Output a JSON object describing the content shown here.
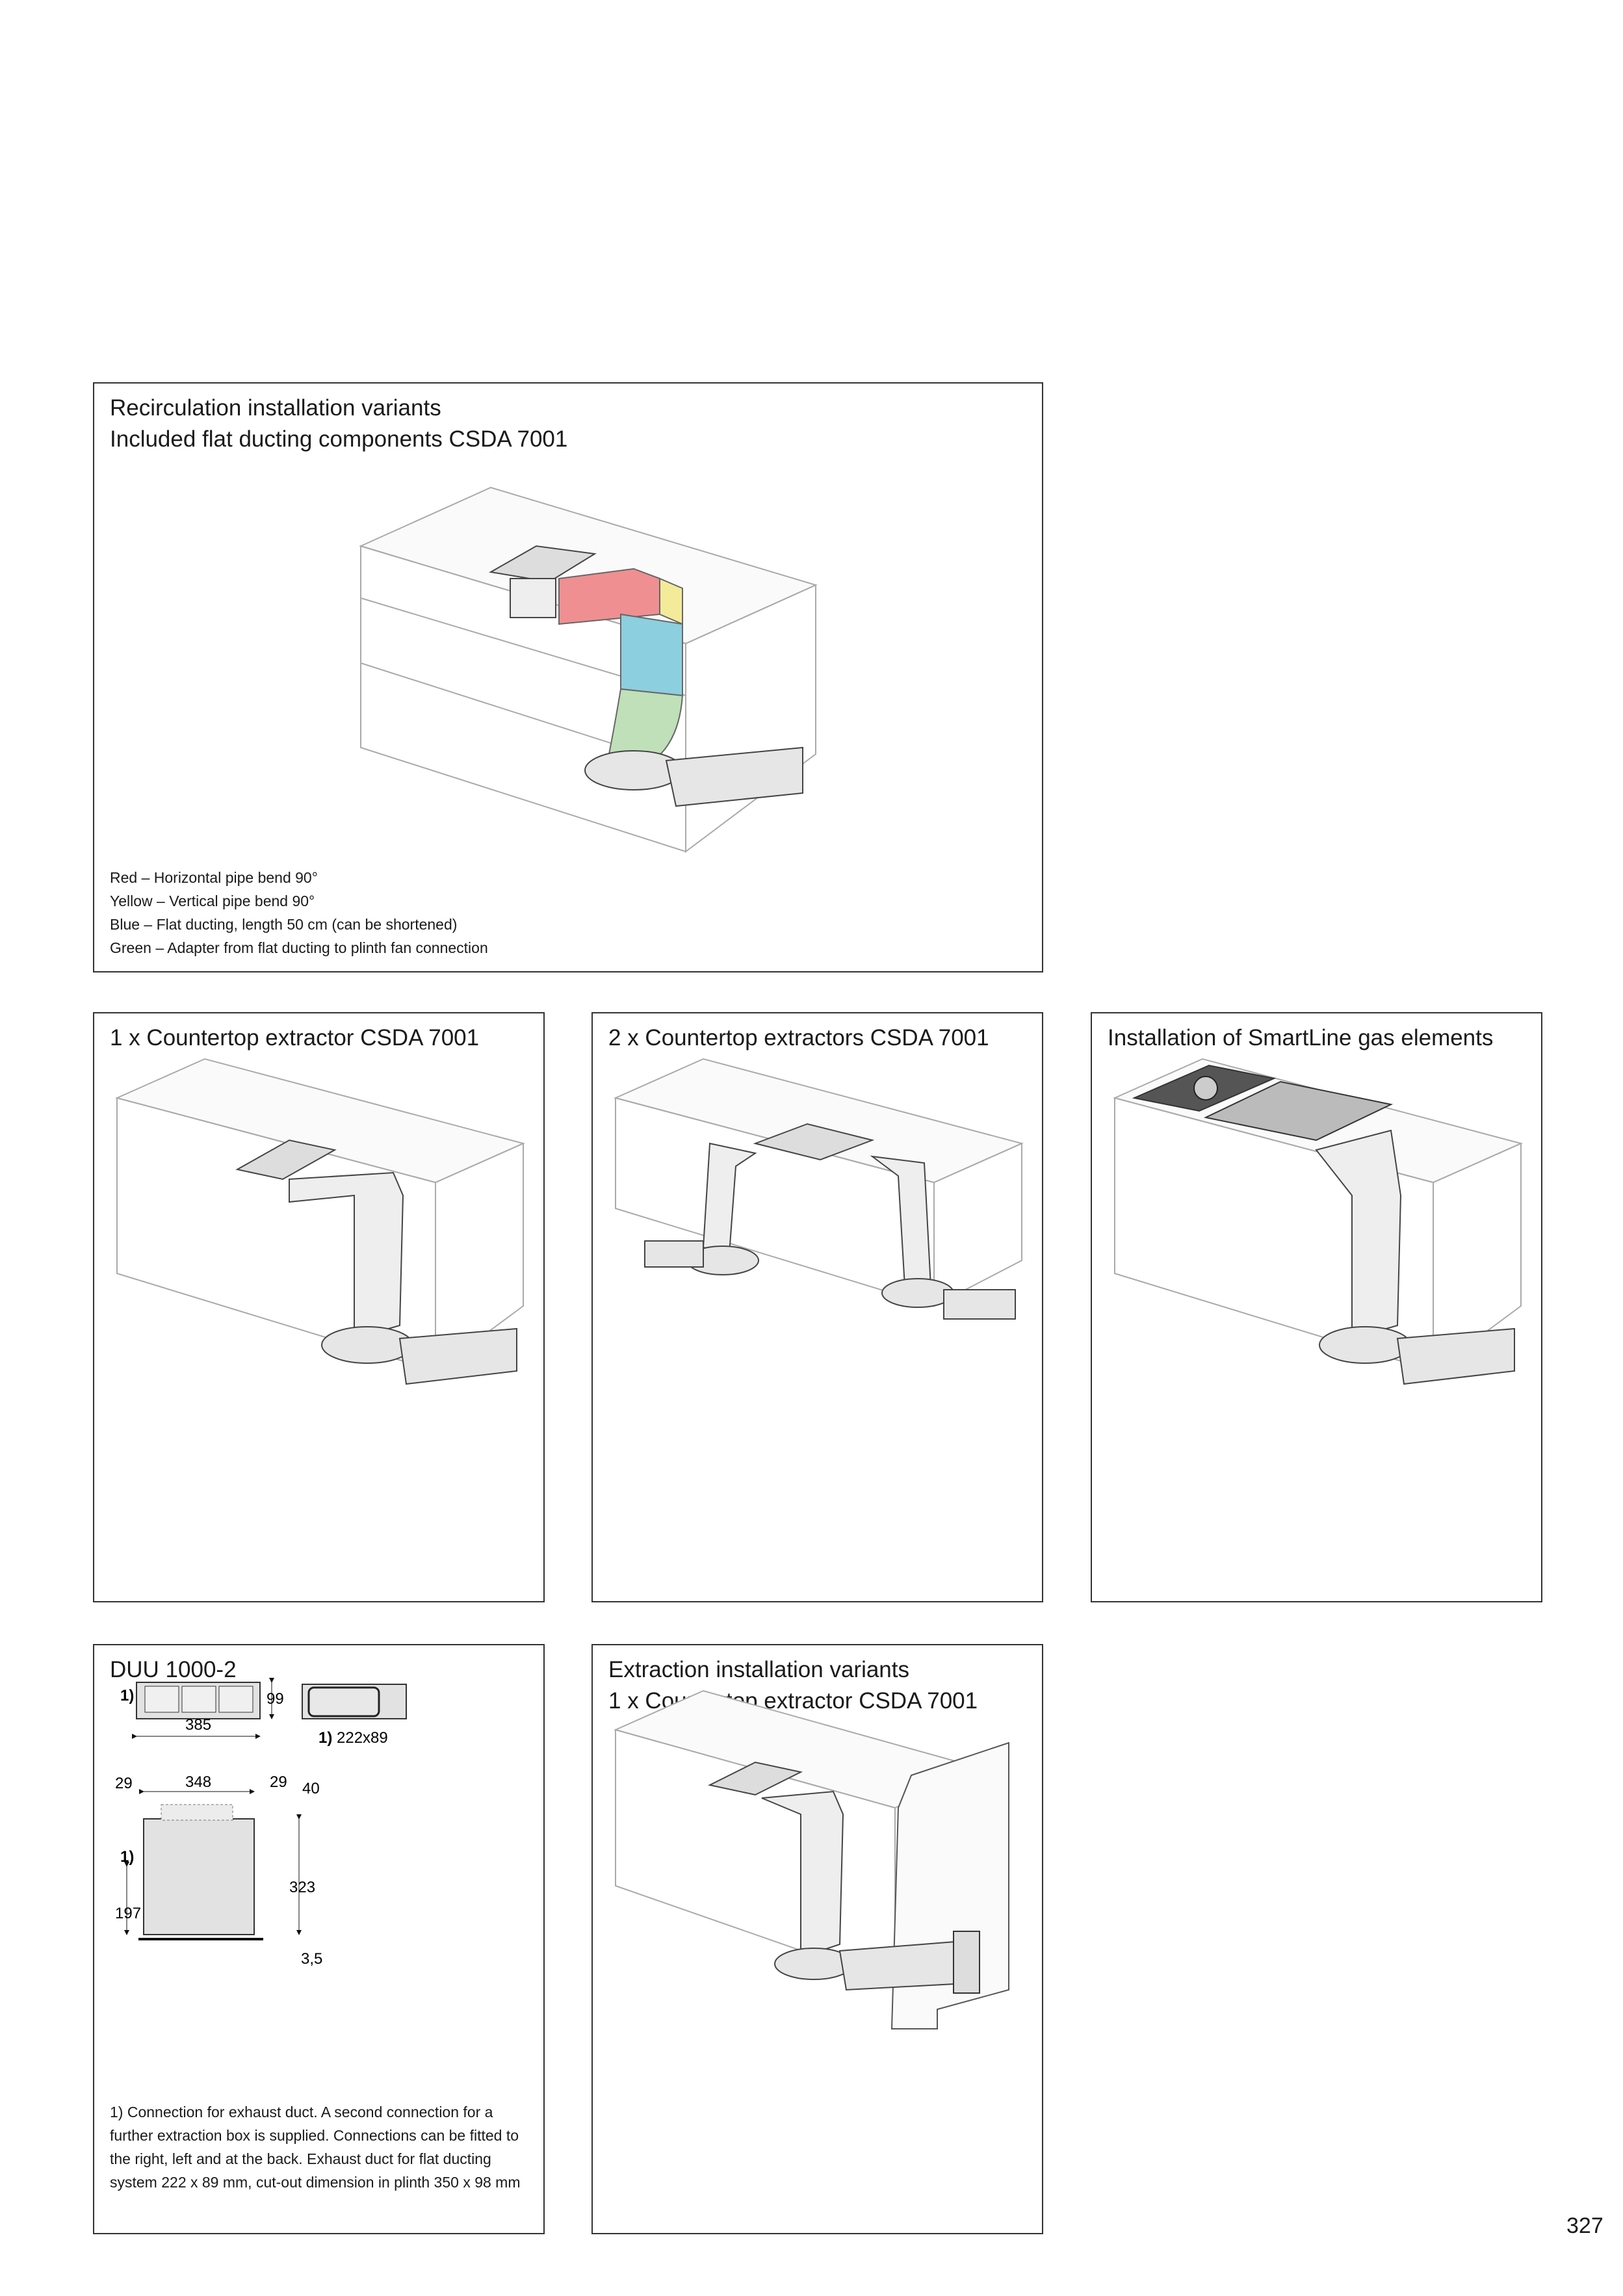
{
  "recirculation": {
    "title_line1": "Recirculation installation variants",
    "title_line2": "Included flat ducting components CSDA 7001",
    "legend": [
      {
        "text": "Red – Horizontal pipe bend 90°",
        "color": "#ef8f92"
      },
      {
        "text": "Yellow – Vertical pipe bend 90°",
        "color": "#f3eb9a"
      },
      {
        "text": "Blue – Flat ducting, length 50 cm (can be shortened)",
        "color": "#8ccfdf"
      },
      {
        "text": "Green – Adapter from flat ducting to plinth fan connection",
        "color": "#bfe0b8"
      }
    ]
  },
  "panels": {
    "one": "1 x Countertop extractor CSDA 7001",
    "two": "2 x Countertop extractors CSDA 7001",
    "gas": "Installation of SmartLine gas elements"
  },
  "duu": {
    "title": "DUU 1000-2",
    "dims": {
      "width_top": "385",
      "height_top": "99",
      "connection": "222x89",
      "connection_marker": "1)",
      "left_29": "29",
      "width": "348",
      "right_29": "29",
      "top_40": "40",
      "height": "323",
      "connection_height": "197",
      "base": "3,5"
    },
    "footnote": "1) Connection for exhaust duct. A second connection for a further extraction box is supplied. Connections can be fitted to the right, left and at the back. Exhaust duct for flat ducting system 222 x 89 mm, cut-out dimension in plinth 350 x 98 mm"
  },
  "extraction": {
    "title_line1": "Extraction installation variants",
    "title_line2": "1 x Countertop extractor CSDA 7001"
  },
  "page_number": "327"
}
